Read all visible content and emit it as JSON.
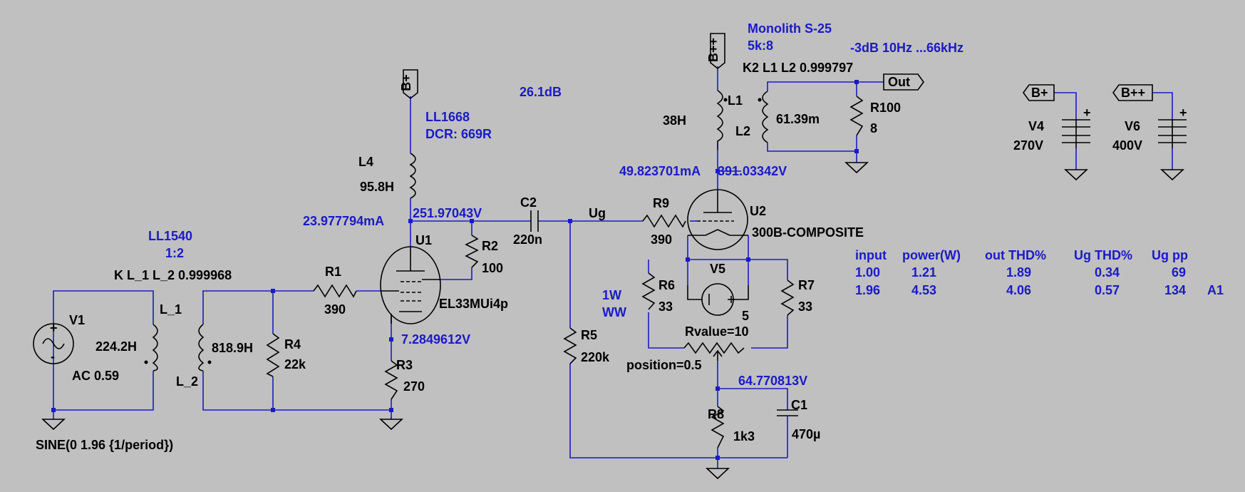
{
  "title": {
    "line1": "Monolith S-25",
    "line2": "5k:8",
    "bw": "-3dB 10Hz ...66kHz",
    "gain": "26.1dB"
  },
  "nets": {
    "bplus": "B+",
    "bplusplus": "B++",
    "out": "Out",
    "ug": "Ug"
  },
  "voltages": {
    "u1_anode_i": "23.977794mA",
    "u1_anode_v": "251.97043V",
    "u1_cathode_v": "7.2849612V",
    "u2_anode_i": "49.823701mA",
    "u2_anode_v": "391.03342V",
    "u2_cathode_v": "64.770813V"
  },
  "parts": {
    "L4": {
      "name": "L4",
      "value": "95.8H",
      "note1": "LL1668",
      "note2": "DCR: 669R"
    },
    "C2": {
      "name": "C2",
      "value": "220n"
    },
    "R2": {
      "name": "R2",
      "value": "100"
    },
    "U1": {
      "name": "U1",
      "model": "EL33MUi4p"
    },
    "R1": {
      "name": "R1",
      "value": "390"
    },
    "R3": {
      "name": "R3",
      "value": "270"
    },
    "R4": {
      "name": "R4",
      "value": "22k"
    },
    "T1": {
      "name1": "L_1",
      "name2": "L_2",
      "v1": "224.2H",
      "v2": "818.9H",
      "model": "LL1540",
      "ratio": "1:2",
      "coupling": "K L_1 L_2  0.999968"
    },
    "V1": {
      "name": "V1",
      "ac": "AC 0.59",
      "sine": "SINE(0 1.96 {1/period})"
    },
    "R5": {
      "name": "R5",
      "value": "220k"
    },
    "R9": {
      "name": "R9",
      "value": "390"
    },
    "U2": {
      "name": "U2",
      "model": "300B-COMPOSITE"
    },
    "L1": {
      "name": "L1",
      "value": "38H"
    },
    "L2": {
      "name": "L2",
      "value": "61.39m"
    },
    "K2": {
      "text": "K2 L1 L2 0.999797"
    },
    "R100": {
      "name": "R100",
      "value": "8"
    },
    "R6": {
      "name": "R6",
      "value": "33",
      "note1": "1W",
      "note2": "WW"
    },
    "R7": {
      "name": "R7",
      "value": "33"
    },
    "V5": {
      "name": "V5",
      "value": "5"
    },
    "POT": {
      "value": "Rvalue=10",
      "position": "position=0.5"
    },
    "R8": {
      "name": "R8",
      "value": "1k3"
    },
    "C1": {
      "name": "C1",
      "value": "470µ"
    },
    "V4": {
      "name": "V4",
      "value": "270V",
      "net": "B+"
    },
    "V6": {
      "name": "V6",
      "value": "400V",
      "net": "B++"
    }
  },
  "table": {
    "headers": [
      "input",
      "power(W)",
      "out THD%",
      "Ug THD%",
      "Ug pp"
    ],
    "rows": [
      [
        "1.00",
        "1.21",
        "1.89",
        "0.34",
        "69",
        ""
      ],
      [
        "1.96",
        "4.53",
        "4.06",
        "0.57",
        "134",
        "A1"
      ]
    ]
  },
  "colors": {
    "wire": "#1a1ac8",
    "component": "#000000",
    "background": "#c0c0c0"
  }
}
